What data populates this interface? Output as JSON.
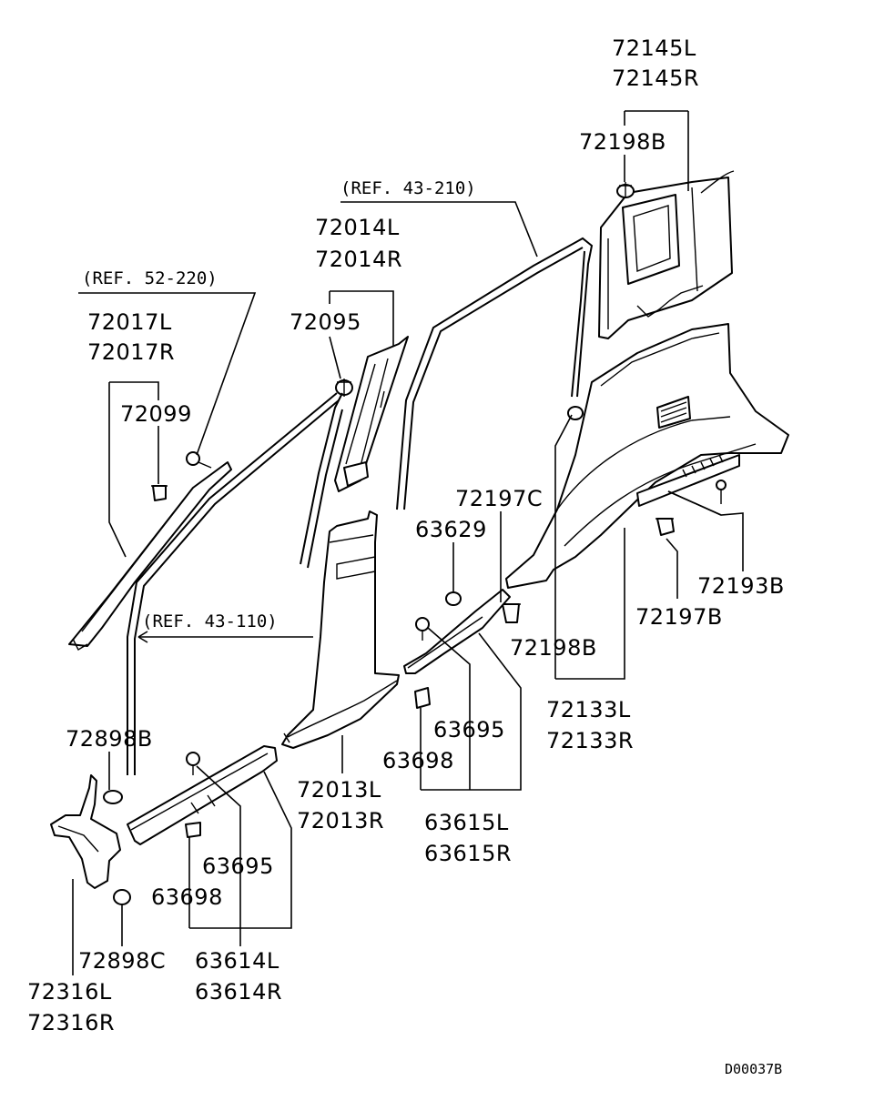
{
  "diagram": {
    "code": "D00037B",
    "callouts": {
      "p72145L": "72145L",
      "p72145R": "72145R",
      "p72198B_top": "72198B",
      "ref43_210": "(REF. 43-210)",
      "p72014L": "72014L",
      "p72014R": "72014R",
      "p72095": "72095",
      "ref52_220": "(REF. 52-220)",
      "p72017L": "72017L",
      "p72017R": "72017R",
      "p72099": "72099",
      "ref43_110": "(REF. 43-110)",
      "p72197C": "72197C",
      "p63629": "63629",
      "p72193B": "72193B",
      "p72197B": "72197B",
      "p72198B_mid": "72198B",
      "p72133L": "72133L",
      "p72133R": "72133R",
      "p63695_right": "63695",
      "p63698_right": "63698",
      "p63615L": "63615L",
      "p63615R": "63615R",
      "p72013L": "72013L",
      "p72013R": "72013R",
      "p72898B": "72898B",
      "p63695_left": "63695",
      "p63698_left": "63698",
      "p72898C": "72898C",
      "p63614L": "63614L",
      "p63614R": "63614R",
      "p72316L": "72316L",
      "p72316R": "72316R"
    }
  }
}
